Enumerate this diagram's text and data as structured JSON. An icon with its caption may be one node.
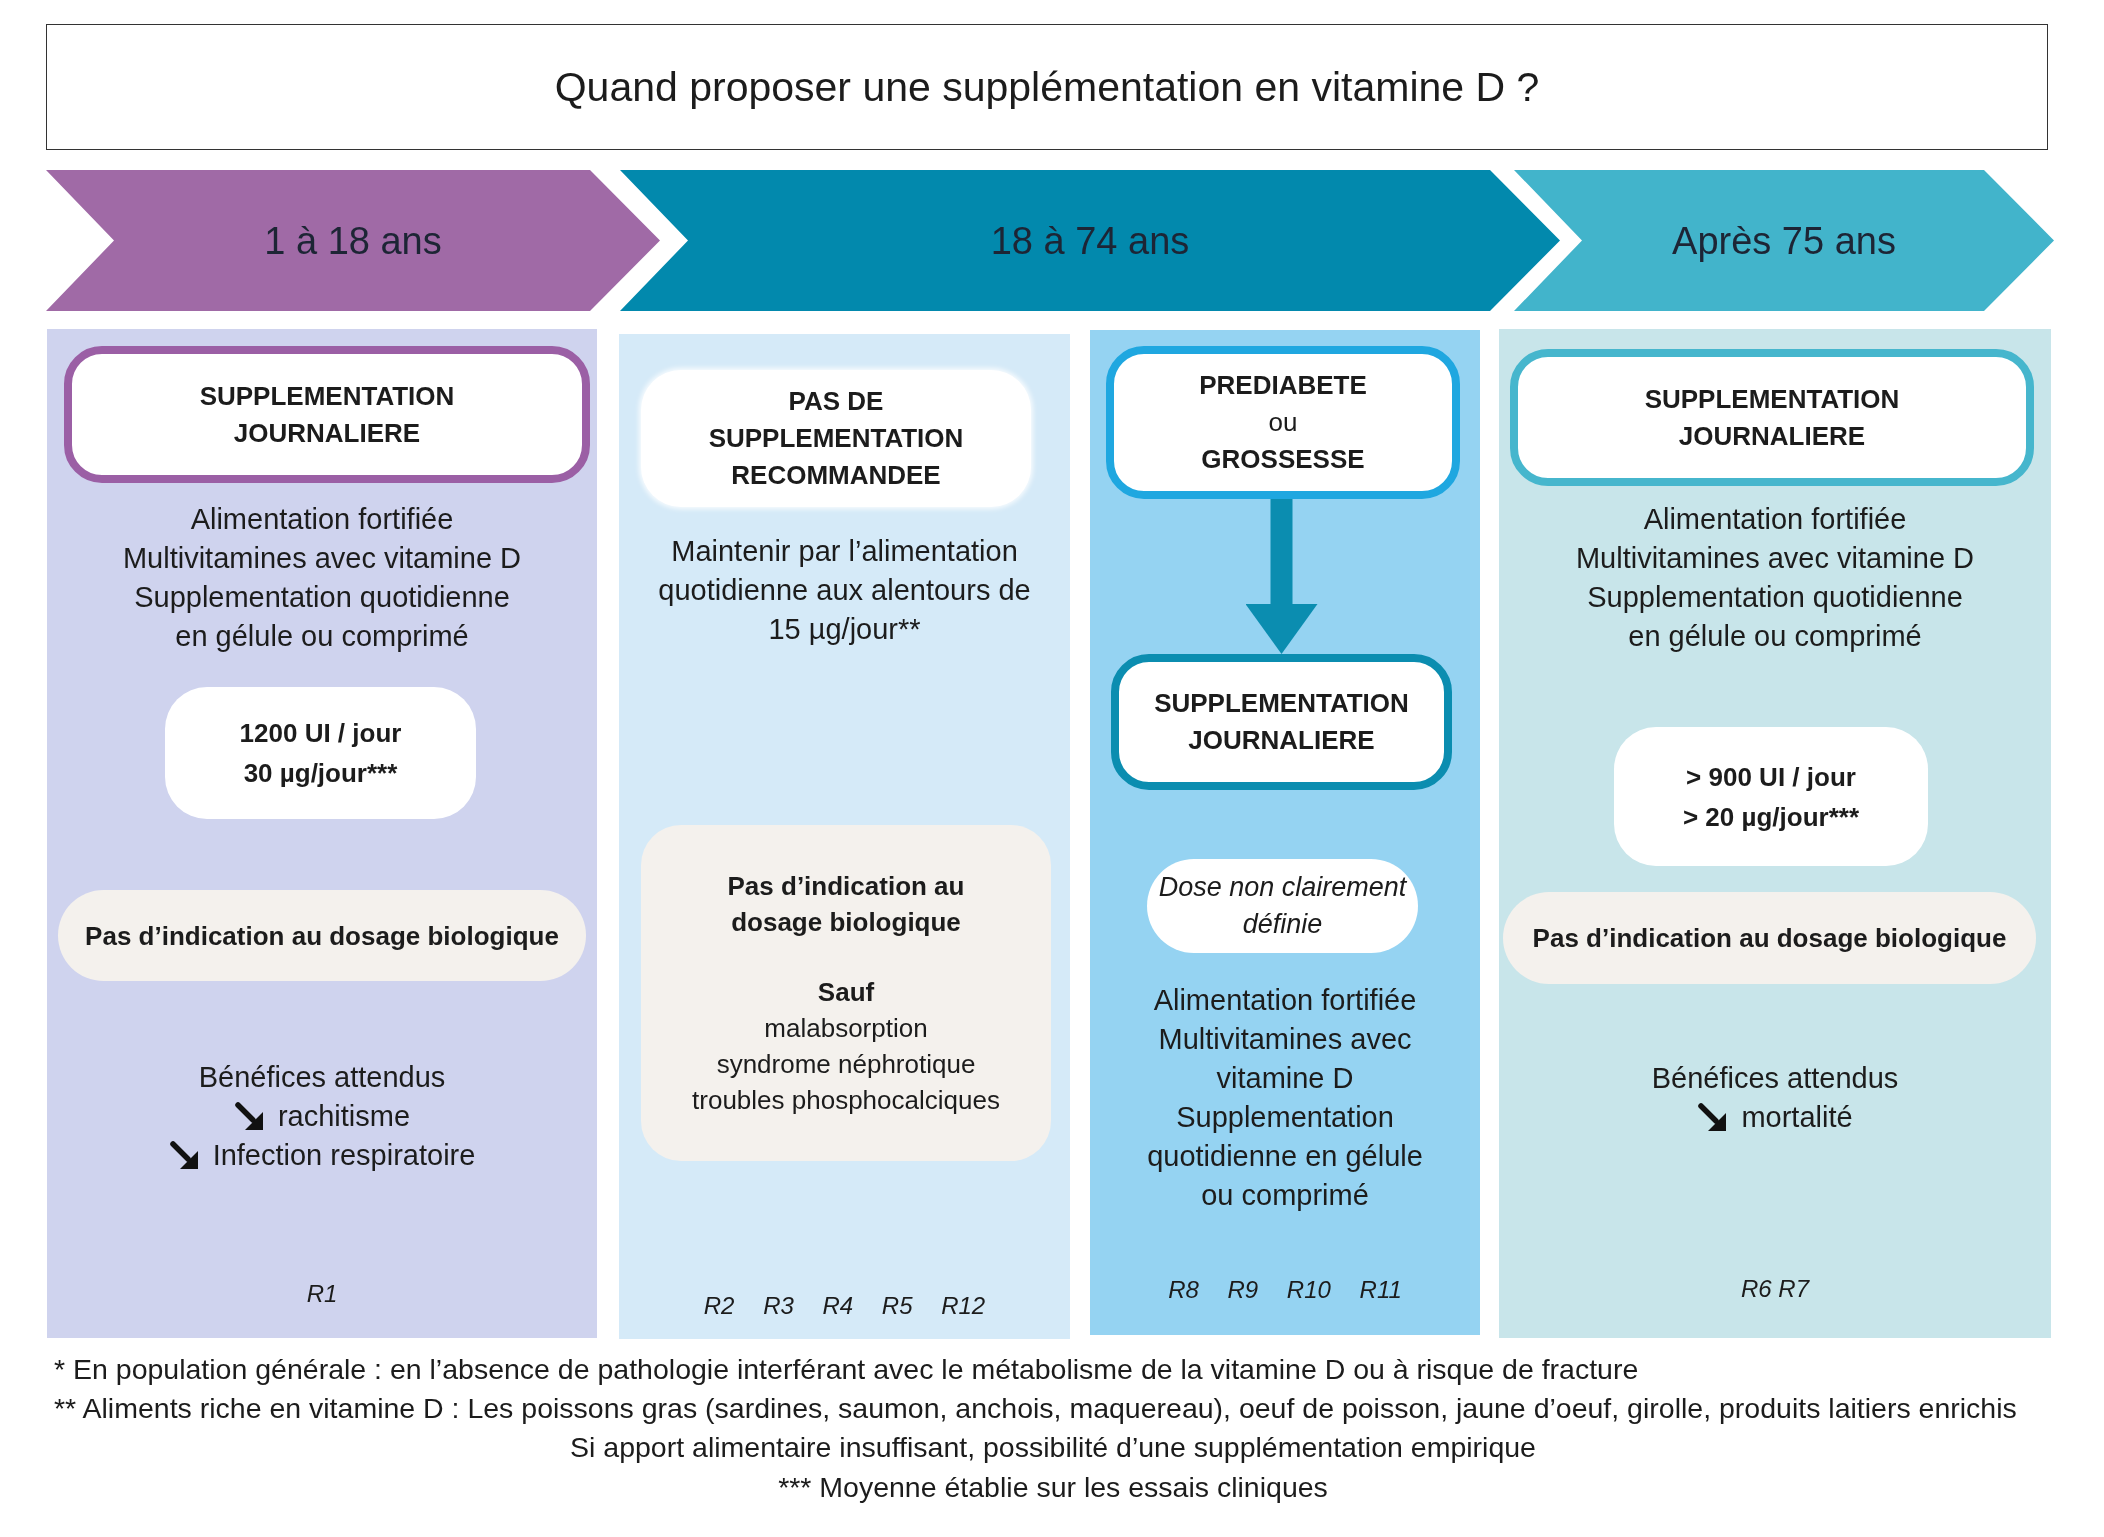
{
  "diagram": {
    "title": "Quand proposer une supplémentation en vitamine D ?",
    "nodes": [
      {
        "text": [
          "1 à 18 ans"
        ]
      },
      {
        "text": [
          "18 à 74 ans"
        ]
      },
      {
        "text": [
          "Après 75 ans"
        ]
      },
      {
        "text": [
          "Alimentation fortifiée",
          "Multivitamines avec vitamine D",
          "Supplementation quotidienne en gélule ou comprimé",
          "Bénéfices attendus",
          "rachitisme",
          "Infection respiratoire",
          "R1"
        ]
      },
      {
        "text": [
          "SUPPLEMENTATION JOURNALIERE"
        ],
        "in": 3
      },
      {
        "text": [
          "1200 UI / jour",
          "30 µg/jour***"
        ],
        "in": 3
      },
      {
        "text": [
          "Pas d’indication au dosage biologique"
        ],
        "in": 3
      },
      {
        "text": [
          "Maintenir par l’alimentation quotidienne aux alentours de 15 µg/jour**",
          "R2 R3 R4 R5 R12"
        ]
      },
      {
        "text": [
          "PAS DE SUPPLEMENTATION RECOMMANDEE"
        ],
        "in": 7
      },
      {
        "text": [
          "Pas d’indication au dosage biologique",
          "Sauf",
          "malabsorption",
          "syndrome néphrotique",
          "troubles phosphocalciques"
        ],
        "in": 7
      },
      {
        "text": [
          "Alimentation fortifiée",
          "Multivitamines avec vitamine D",
          "Supplementation quotidienne en gélule ou comprimé",
          "R8 R9 R10 R11"
        ]
      },
      {
        "text": [
          "PREDIABETE",
          "ou",
          "GROSSESSE"
        ],
        "in": 10
      },
      {
        "text": [
          "SUPPLEMENTATION JOURNALIERE"
        ],
        "in": 10
      },
      {
        "text": [
          "Dose non clairement définie"
        ],
        "in": 10
      },
      {
        "text": [
          "Alimentation fortifiée",
          "Multivitamines avec vitamine D",
          "Supplementation quotidienne en gélule ou comprimé",
          "Bénéfices attendus",
          "mortalité",
          "R6 R7"
        ]
      },
      {
        "text": [
          "SUPPLEMENTATION JOURNALIERE"
        ],
        "in": 14
      },
      {
        "text": [
          "> 900 UI / jour",
          "> 20 µg/jour***"
        ],
        "in": 14
      },
      {
        "text": [
          "Pas d’indication au dosage biologique"
        ],
        "in": 14
      }
    ],
    "edges": [
      {
        "from": 11,
        "to": 12,
        "arrow": "to"
      }
    ],
    "labels": [
      "* En population générale : en l’absence de pathologie interférant avec le métabolisme de la vitamine D ou à risque de fracture",
      "** Aliments riche en vitamine D : Les poissons gras (sardines, saumon, anchois, maquereau), oeuf de poisson, jaune d’oeuf, girolle, produits laitiers enrichis",
      "Si apport alimentaire insuffisant, possibilité d’une supplémentation empirique",
      "*** Moyenne établie sur les essais cliniques"
    ]
  }
}
